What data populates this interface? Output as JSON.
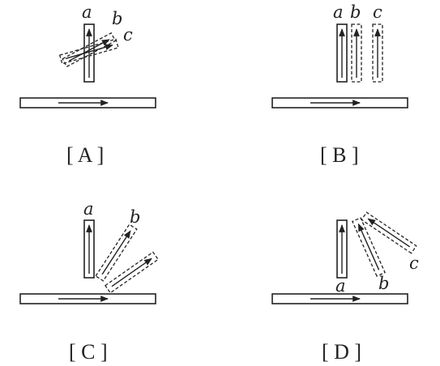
{
  "panels": [
    {
      "id": "A",
      "caption": "[ A ]",
      "labels": [
        "a",
        "b",
        "c"
      ]
    },
    {
      "id": "B",
      "caption": "[ B ]",
      "labels": [
        "a",
        "b",
        "c"
      ]
    },
    {
      "id": "C",
      "caption": "[ C ]",
      "labels": [
        "a",
        "b"
      ]
    },
    {
      "id": "D",
      "caption": "[ D ]",
      "labels": [
        "a",
        "b",
        "c"
      ]
    }
  ]
}
